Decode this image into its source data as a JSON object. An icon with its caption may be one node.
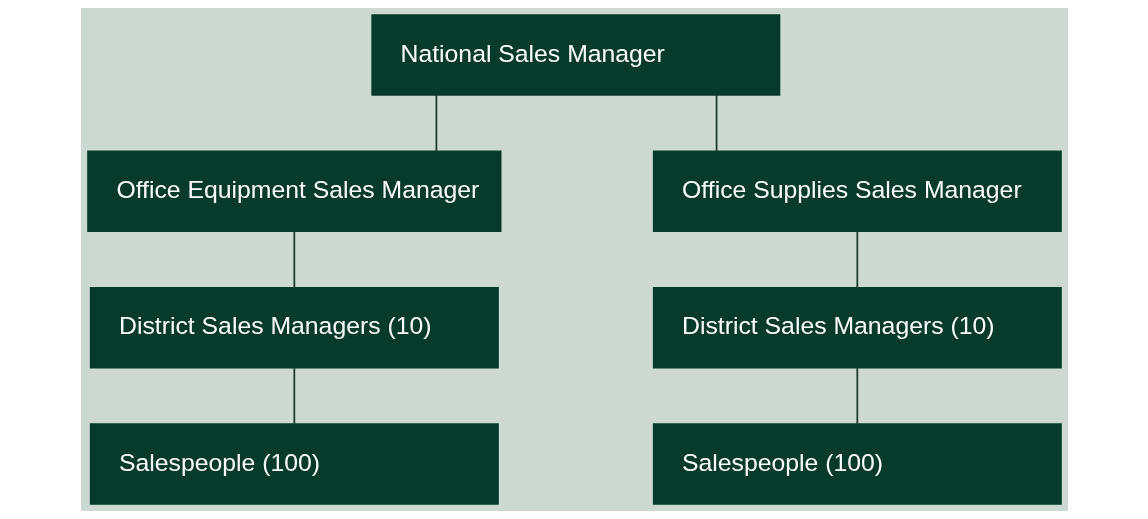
{
  "diagram": {
    "nodes": [
      {
        "text": [
          "National Sales Manager"
        ]
      },
      {
        "text": [
          "Office Equipment Sales Manager"
        ]
      },
      {
        "text": [
          "Office Supplies Sales Manager"
        ]
      },
      {
        "text": [
          "District Sales Managers (10)"
        ]
      },
      {
        "text": [
          "District Sales Managers (10)"
        ]
      },
      {
        "text": [
          "Salespeople (100)"
        ]
      },
      {
        "text": [
          "Salespeople (100)"
        ]
      }
    ],
    "edges": [
      {
        "from": 0,
        "to": 1,
        "arrow": "none"
      },
      {
        "from": 0,
        "to": 2,
        "arrow": "none"
      },
      {
        "from": 1,
        "to": 3,
        "arrow": "none"
      },
      {
        "from": 3,
        "to": 5,
        "arrow": "none"
      },
      {
        "from": 2,
        "to": 4,
        "arrow": "none"
      },
      {
        "from": 4,
        "to": 6,
        "arrow": "none"
      }
    ]
  }
}
